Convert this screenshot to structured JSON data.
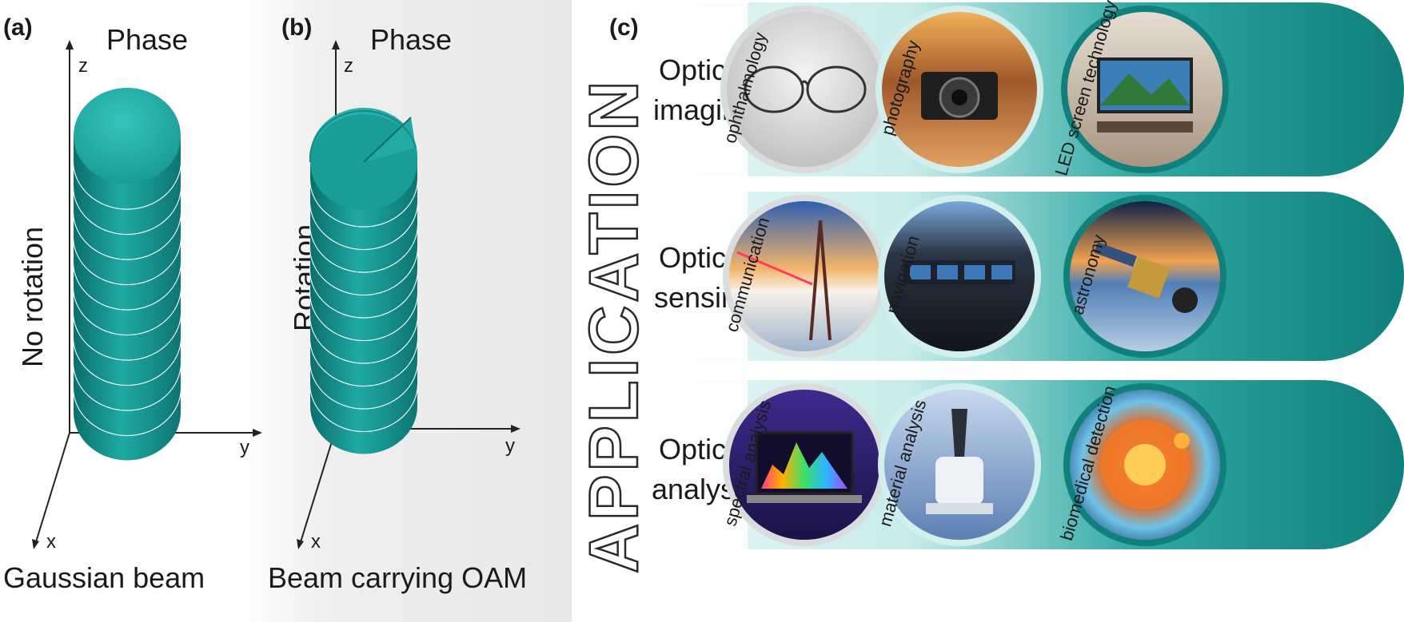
{
  "panel_a": {
    "letter": "(a)",
    "title": "Phase",
    "side_label": "No rotation",
    "caption": "Gaussian beam",
    "axes": {
      "z": "z",
      "y": "y",
      "x": "x"
    }
  },
  "panel_b": {
    "letter": "(b)",
    "title": "Phase",
    "side_label": "Rotation",
    "caption": "Beam carrying OAM",
    "axes": {
      "z": "z",
      "y": "y",
      "x": "x"
    }
  },
  "panel_c": {
    "letter": "(c)",
    "vertical_title": "APPLICATION",
    "rows": [
      {
        "line1": "Optical",
        "line2": "imaging",
        "items": [
          {
            "label": "ophthalmology",
            "icon": "eyeglasses-photo"
          },
          {
            "label": "photography",
            "icon": "camera-photo"
          },
          {
            "label": "LED screen technology",
            "icon": "tv-screen-photo"
          }
        ]
      },
      {
        "line1": "Optical",
        "line2": "sensing",
        "items": [
          {
            "label": "communication",
            "icon": "laser-tower-photo"
          },
          {
            "label": "navigation",
            "icon": "cockpit-photo"
          },
          {
            "label": "astronomy",
            "icon": "satellite-photo"
          }
        ]
      },
      {
        "line1": "Optical",
        "line2": "analysis",
        "items": [
          {
            "label": "spectral analysis",
            "icon": "laptop-spectrum-photo"
          },
          {
            "label": "material analysis",
            "icon": "microscope-photo"
          },
          {
            "label": "biomedical detection",
            "icon": "cell-photo"
          }
        ]
      }
    ]
  },
  "colors": {
    "teal": "#1a9c97",
    "teal_dark": "#0f7f7b",
    "light_teal": "#bfe9e6",
    "panel_gray": "#ececec"
  }
}
